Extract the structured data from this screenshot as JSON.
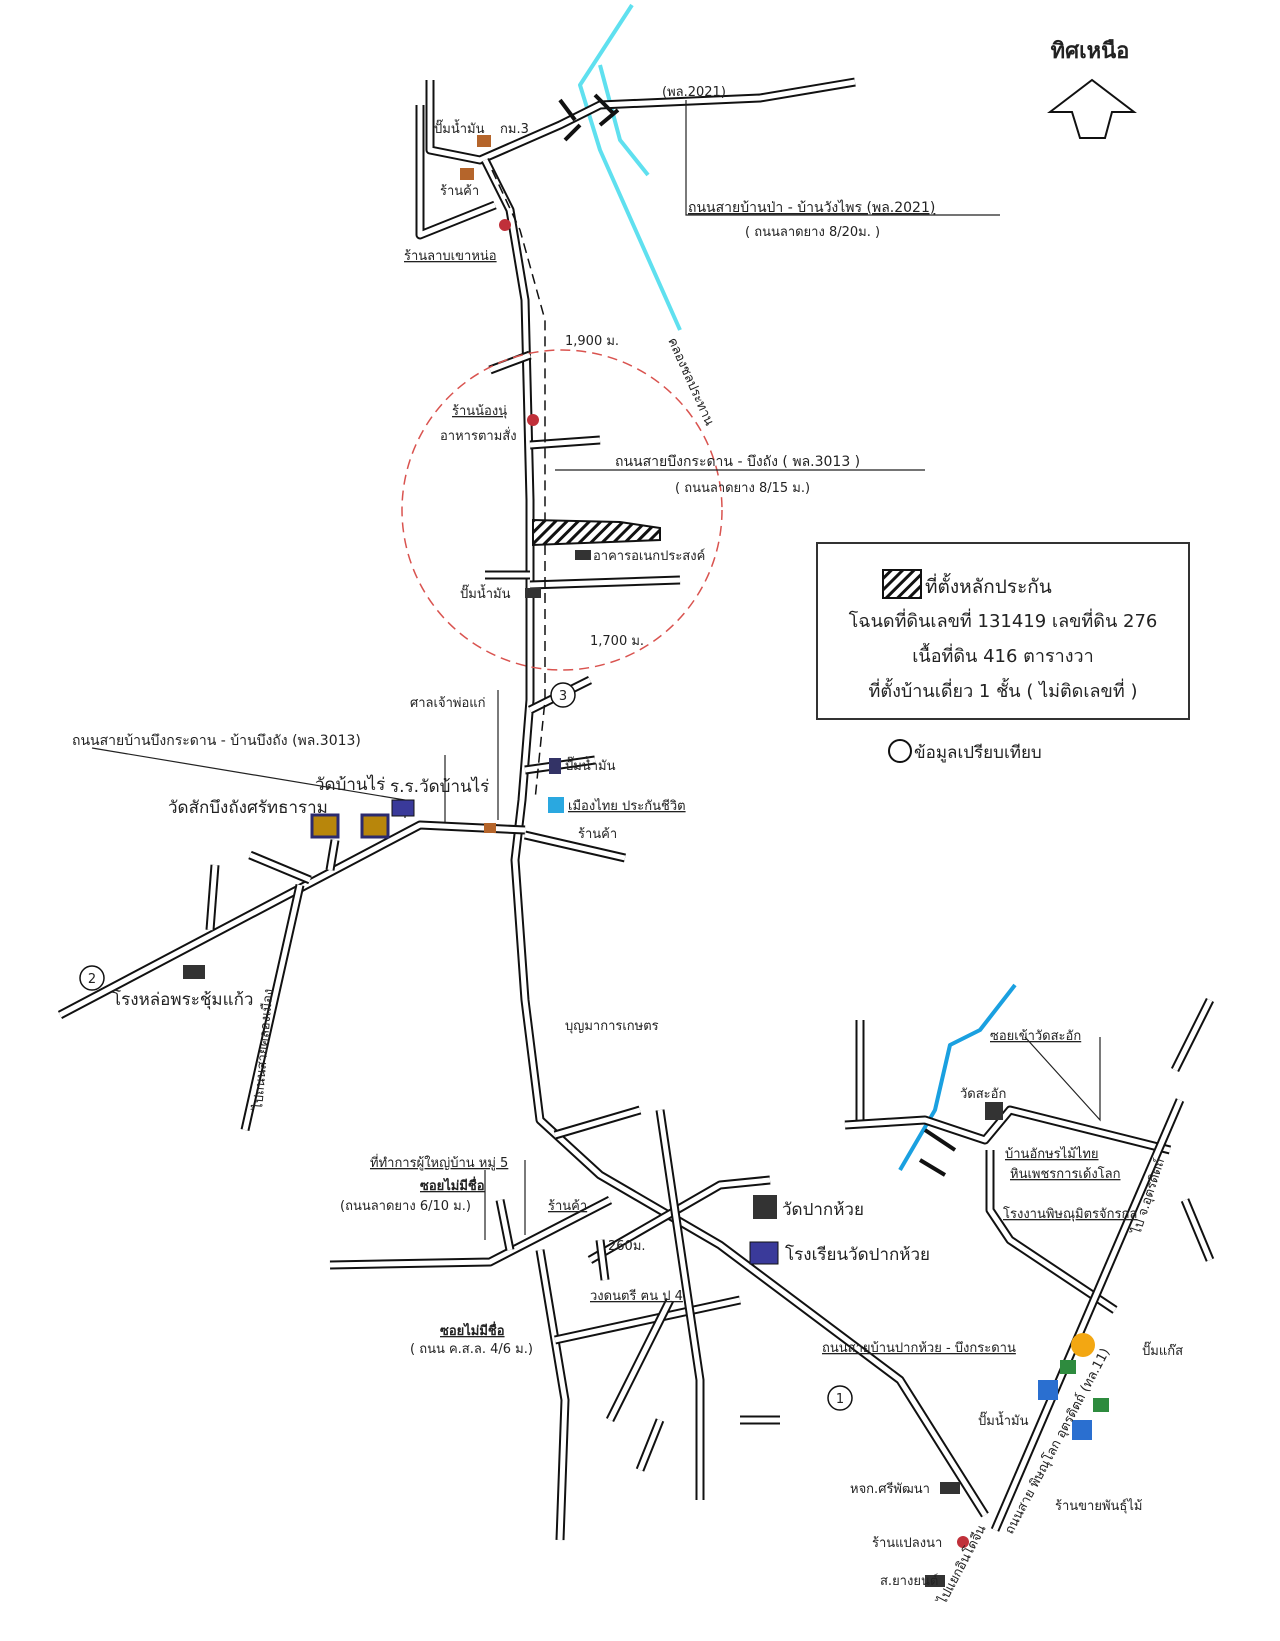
{
  "north": {
    "label": "ทิศเหนือ"
  },
  "colors": {
    "river_top": "#5fe0ef",
    "river_bottom": "#1aa0e0",
    "circle": "#d9534f",
    "poi": "#b5652b"
  },
  "roads": {
    "top_small": "(พล.2021)",
    "top_name": "ถนนสายบ้านป่า - บ้านวังไพร (พล.2021)",
    "top_surface": "( ถนนลาดยาง 8/20ม. )",
    "canal": "คลองชลประทาน",
    "mid_name": "ถนนสายบึงกระดาน - บึงถัง ( พล.3013 )",
    "mid_surface": "( ถนนลาดยาง 8/15 ม.)",
    "west_name": "ถนนสายบ้านบึงกระดาน - บ้านบึงถัง (พล.3013)",
    "down_road": "ไปถนนสายคลองเมือง",
    "soi1": "ซอยไม่มีชื่อ",
    "soi1_surface": "(ถนนลาดยาง 6/10 ม.)",
    "soi2": "ซอยไม่มีชื่อ",
    "soi2_surface": "( ถนน ค.ส.ล. 4/6 ม.)",
    "pakhuai": "ถนนสายบ้านปากห้วย - บึงกระดาน",
    "highway": "ถนนสาย พิษณุโลก อุตรดิตถ์ (ทล.11)",
    "to_uttaradit": "ไป จ.อุตรดิตถ์",
    "to_intersection": "ไปแยกอินโดจีน",
    "soi_wat": "ซอยเข้าวัดสะอัก"
  },
  "distances": {
    "d1": "1,900 ม.",
    "d2": "1,700 ม.",
    "d3": "260ม."
  },
  "places": {
    "pump_top": "ปั๊มน้ำมัน",
    "km3": "กม.3",
    "shop_top": "ร้านค้า",
    "shop_lao": "ร้านลาบเขาหน่อ",
    "shop_nong": "ร้านน้องนุ่",
    "food": "อาหารตามสั่ง",
    "building": "อาคารอเนกประสงค์",
    "pump_mid": "ปั๊มน้ำมัน",
    "shrine": "ศาลเจ้าพ่อแก่",
    "pump_low": "ปั๊มน้ำมัน",
    "mueangthai": "เมืองไทย ประกันชีวิต",
    "shop_low": "ร้านค้า",
    "wat_banrai": "วัดบ้านไร่",
    "school_banrai": "ร.ร.วัดบ้านไร่",
    "wat_sak": "วัดสักบึงถังศรัทธาราม",
    "foundry": "โรงหล่อพระชุ้มแก้ว",
    "boonma": "บุญมาการเกษตร",
    "headman": "ที่ทำการผู้ใหญ่บ้าน หมู่ 5",
    "shop_pak": "ร้านค้า",
    "band": "วงดนตรี ฅน ป 4",
    "wat_pak": "วัดปากห้วย",
    "school_pak": "โรงเรียนวัดปากห้วย",
    "wat_saak": "วัดสะอัก",
    "house_a": "บ้านอักษรไม้ไทย",
    "house_b": "หินเพชรการเด้งโลก",
    "factory": "โรงงานพิษณุมิตรจักรกล",
    "pump_kaew": "ปั๊มแก๊ส",
    "pump_hw": "ปั๊มน้ำมัน",
    "coop": "หจก.ศรีพัฒนา",
    "plant_shop": "ร้านขายพันธุ์ไม้",
    "shop_plang": "ร้านแปลงนา",
    "car": "ส.ยางยนต์"
  },
  "markers": [
    "1",
    "2",
    "3"
  ],
  "legend": {
    "title": "ที่ตั้งหลักประกัน",
    "line1": "โฉนดที่ดินเลขที่ 131419 เลขที่ดิน 276",
    "line2": "เนื้อที่ดิน 416 ตารางวา",
    "line3": "ที่ตั้งบ้านเดี่ยว 1 ชั้น  ( ไม่ติดเลขที่ )",
    "compare": "ข้อมูลเปรียบเทียบ"
  }
}
